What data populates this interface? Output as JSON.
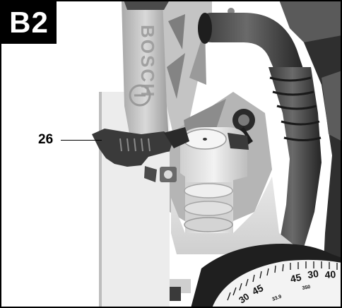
{
  "figure": {
    "label": "B2",
    "callouts": [
      {
        "number": "26"
      }
    ],
    "brand_text": "BOSCH",
    "scale": {
      "numbers": [
        "45",
        "45",
        "30",
        "40",
        "30"
      ],
      "small_numbers": [
        "33.9",
        "350"
      ]
    }
  }
}
